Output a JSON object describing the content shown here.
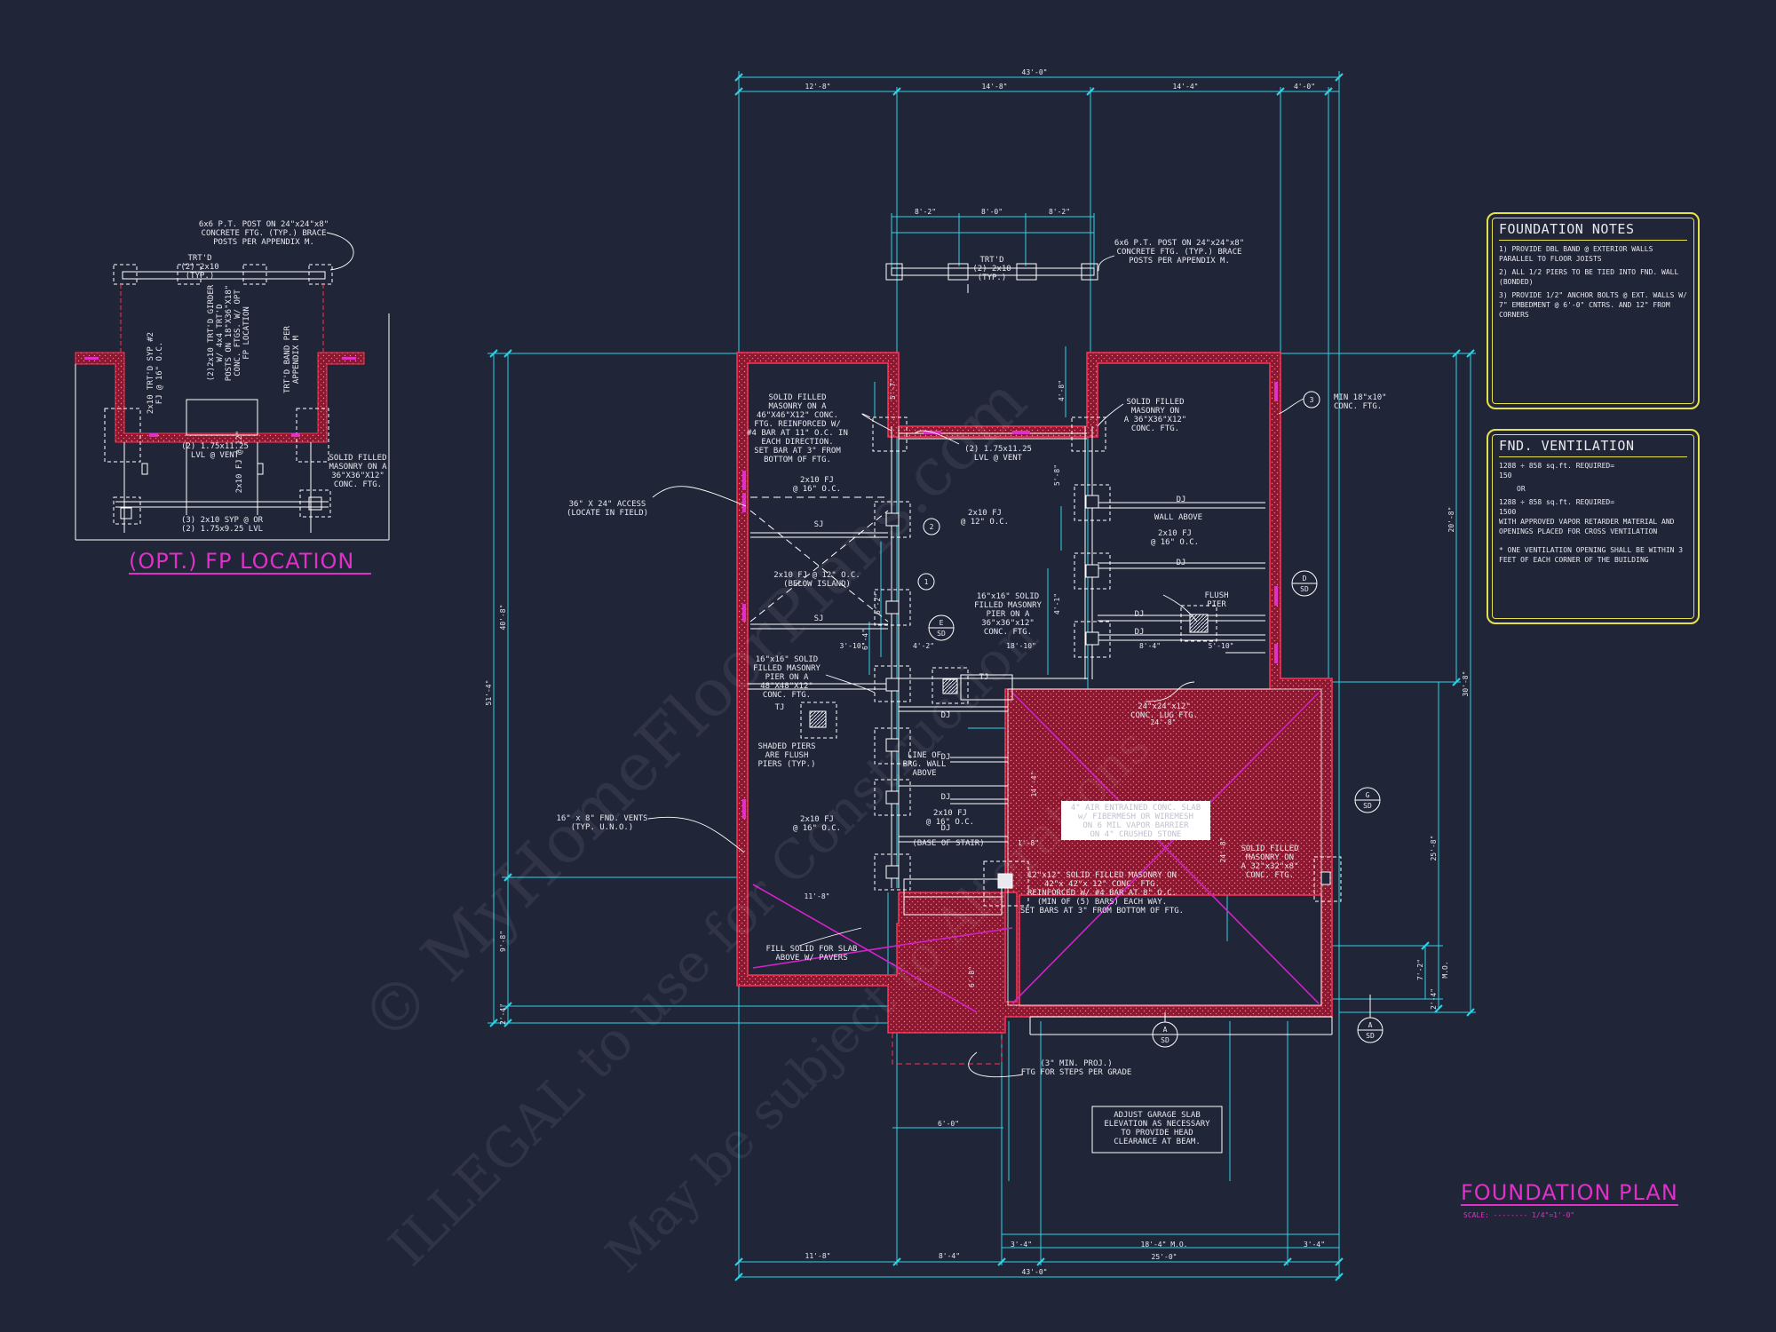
{
  "drawing": {
    "title": "FOUNDATION PLAN",
    "scale": "SCALE: -------- 1/4\"=1'-0\""
  },
  "watermarks": [
    "© MyHomeFloorPlans.com",
    "ILLEGAL to use for Construction",
    "May be subject to Alterations"
  ],
  "inset": {
    "title": "(OPT.) FP LOCATION",
    "labels": {
      "post_note": "6x6 P.T. POST ON 24\"x24\"x8\"\nCONCRETE FTG. (TYP.) BRACE\nPOSTS PER APPENDIX M.",
      "trtd": "TRT'D\n(2) 2x10\n(TYP.)",
      "lvl_vent": "(2) 1.75x11.25\nLVL @ VENT",
      "solid_masonry": "SOLID FILLED\nMASONRY ON A\n36\"X36\"X12\"\nCONC. FTG.",
      "bottom": "(3) 2x10 SYP @ OR\n(2) 1.75x9.25 LVL",
      "v1": "2x10 TRT'D SYP #2\nFJ @ 16\" O.C.",
      "v2": "(2)2x10 TRT'D GIRDER\nW/ 4x4 TRT'D\nPOSTS ON 18\"X36\"X18\"\nCONC. FTGS. W/ OPT\nFP LOCATION",
      "v3": "2x10 FJ @ 12\"",
      "v4": "TRT'D BAND PER\nAPPENDIX M"
    }
  },
  "foundation_notes": {
    "title": "FOUNDATION NOTES",
    "items": [
      "1) PROVIDE DBL BAND @ EXTERIOR WALLS PARALLEL TO FLOOR JOISTS",
      "2) ALL 1/2 PIERS TO BE TIED INTO FND. WALL (BONDED)",
      "3) PROVIDE 1/2\" ANCHOR BOLTS @ EXT. WALLS W/ 7\" EMBEDMENT @ 6'-0\" CNTRS. AND 12\" FROM CORNERS"
    ]
  },
  "ventilation": {
    "title": "FND. VENTILATION",
    "items": [
      "1288 ÷ 858 sq.ft. REQUIRED=",
      "150",
      "OR",
      "1288 ÷ 858 sq.ft. REQUIRED=",
      "1500",
      "WITH APPROVED VAPOR RETARDER MATERIAL AND OPENINGS PLACED FOR CROSS VENTILATION",
      "* ONE VENTILATION OPENING SHALL BE WITHIN 3 FEET OF EACH CORNER OF THE BUILDING"
    ]
  },
  "dimensions": {
    "overall_top": "43'-0\"",
    "top_segments": [
      "12'-8\"",
      "14'-8\"",
      "14'-4\"",
      "4'-0\""
    ],
    "porch_segments": [
      "8'-2\"",
      "8'-0\"",
      "8'-2\""
    ],
    "left_overall": "51'-4\"",
    "left_top": "40'-8\"",
    "left_mid": "9'-8\"",
    "left_bot": "2'-4\"",
    "right_top": "20'-8\"",
    "right_mid": "30'-8\"",
    "right_garage": "25'-8\"",
    "right_small": "2'-4\"",
    "mo_right": "7'-2\"",
    "mo_right_label": "M.O.",
    "bottom_segments": [
      "11'-8\"",
      "8'-4\"",
      "3'-4\"",
      "18'-4\" M.O.",
      "3'-4\""
    ],
    "bottom_garage": "25'-0\"",
    "bottom_overall": "43'-0\"",
    "garage_width": "24'-8\"",
    "garage_depth": "24'-8\"",
    "garage_inner": "14'-4\"",
    "step": "6'-0\"",
    "misc": [
      "5'-7\"",
      "4'-2\"",
      "3'-10\"",
      "18'-10\"",
      "8'-4\"",
      "5'-10\"",
      "11'-8\"",
      "1'-8\"",
      "6'-4\"",
      "6'-8\"",
      "4'-8\"",
      "5'-8\"",
      "4'-1\"",
      "6'-2\""
    ]
  },
  "notes": {
    "post_main": "6x6 P.T. POST ON 24\"x24\"x8\"\nCONCRETE FTG. (TYP.) BRACE\nPOSTS PER APPENDIX M.",
    "trtd_main": "TRT'D\n(2) 2x10\n(TYP.)",
    "solid_left": "SOLID FILLED\nMASONRY ON A\n46\"X46\"X12\" CONC.\nFTG. REINFORCED W/\n#4 BAR AT 11\" O.C. IN\nEACH DIRECTION.\nSET BAR AT 3\" FROM\nBOTTOM OF FTG.",
    "solid_right": "SOLID FILLED\nMASONRY ON\nA 36\"X36\"X12\"\nCONC. FTG.",
    "min_conc": "MIN 18\"x10\"\nCONC. FTG.",
    "lvl_vent": "(2) 1.75x11.25\nLVL @ VENT",
    "access": "36\" X 24\" ACCESS\n(LOCATE IN FIELD)",
    "fj_16": "2x10 FJ\n@ 16\" O.C.",
    "fj_12": "2x10 FJ\n@ 12\" O.C.",
    "below_island": "2x10 FJ @ 12\" O.C.\n(BELOW ISLAND)",
    "dj": "DJ",
    "sj": "SJ",
    "tj": "TJ",
    "wall_above": "WALL ABOVE",
    "flush_pier": "FLUSH\nPIER",
    "pier16": "16\"x16\" SOLID\nFILLED MASONRY\nPIER ON A\n36\"x36\"x12\"\nCONC. FTG.",
    "pier16_left": "16\"x16\" SOLID\nFILLED MASONRY\nPIER ON A\n48\"X48\"X12\"\nCONC. FTG.",
    "lug": "24\"x24\"x12\"\nCONC. LUG FTG.",
    "shaded": "SHADED PIERS\nARE FLUSH\nPIERS (TYP.)",
    "line_brg": "LINE OF\nBRG. WALL\nABOVE",
    "fnd_vents": "16\" x 8\" FND. VENTS\n(TYP. U.N.O.)",
    "base_stair": "(BASE OF STAIR)",
    "solid12": "12\"x12\" SOLID FILLED MASONRY ON\n42\"x 42\"x 12\" CONC. FTG.\nREINFORCED W/ #4 BAR AT 8\" O.C.\n(MIN OF (5) BARS) EACH WAY.\nSET BARS AT 3\" FROM BOTTOM OF FTG.",
    "slab": "4\" AIR ENTRAINED CONC. SLAB\nw/ FIBERMESH OR WIREMESH\nON 6 MIL VAPOR BARRIER\nON 4\" CRUSHED STONE",
    "solid32": "SOLID FILLED\nMASONRY ON\nA 32\"x32\"x8\"\nCONC. FTG.",
    "fill_solid": "FILL SOLID FOR SLAB\nABOVE W/ PAVERS",
    "steps": "(3\" MIN. PROJ.)\nFTG FOR STEPS PER GRADE",
    "adjust": "ADJUST GARAGE SLAB\nELEVATION AS NECESSARY\nTO PROVIDE HEAD\nCLEARANCE AT BEAM."
  },
  "tags": [
    {
      "num": "1",
      "sheet": ""
    },
    {
      "num": "2",
      "sheet": ""
    },
    {
      "num": "3",
      "sheet": ""
    },
    {
      "num": "D",
      "sheet": "SD"
    },
    {
      "num": "E",
      "sheet": "SD"
    },
    {
      "num": "G",
      "sheet": "SD"
    },
    {
      "num": "A",
      "sheet": "SD"
    },
    {
      "num": "A",
      "sheet": "SD"
    }
  ],
  "colors": {
    "background": "#212538",
    "dimension": "#2fd3e6",
    "wall": "#c81e3c",
    "accent": "#e030c8",
    "notes_border": "#e6e04a",
    "linework": "#ffffff"
  }
}
